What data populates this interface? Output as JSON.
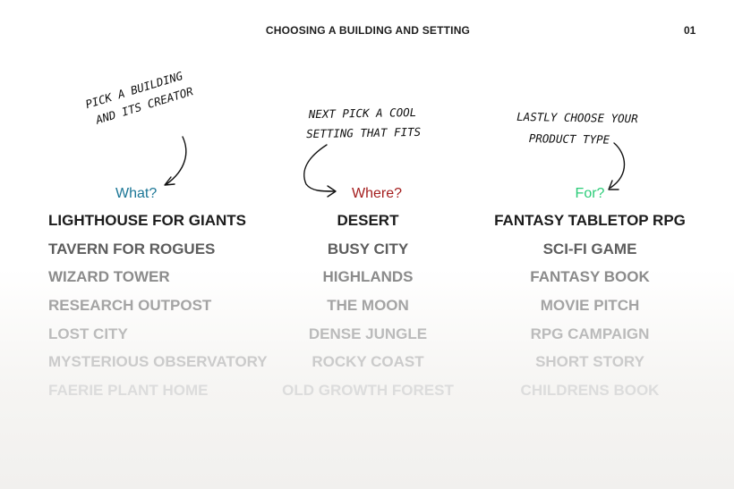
{
  "header": {
    "title": "CHOOSING A BUILDING AND SETTING",
    "page_number": "01"
  },
  "notes": {
    "building": {
      "line1": "PICK A BUILDING",
      "line2": "AND ITS CREATOR"
    },
    "setting": {
      "line1": "NEXT PICK A COOL",
      "line2": "SETTING THAT FITS"
    },
    "product": {
      "line1": "LASTLY CHOOSE YOUR",
      "line2": "PRODUCT TYPE"
    }
  },
  "columns": [
    {
      "heading": "What?",
      "heading_color": "#1b7696",
      "options": [
        "LIGHTHOUSE FOR GIANTS",
        "TAVERN FOR ROGUES",
        "WIZARD TOWER",
        "RESEARCH OUTPOST",
        "LOST CITY",
        "MYSTERIOUS OBSERVATORY",
        "FAERIE PLANT HOME"
      ]
    },
    {
      "heading": "Where?",
      "heading_color": "#a41e1e",
      "options": [
        "DESERT",
        "BUSY CITY",
        "HIGHLANDS",
        "THE MOON",
        "DENSE JUNGLE",
        "ROCKY COAST",
        "OLD GROWTH FOREST"
      ]
    },
    {
      "heading": "For?",
      "heading_color": "#2bcc78",
      "options": [
        "FANTASY TABLETOP RPG",
        "SCI-FI GAME",
        "FANTASY BOOK",
        "MOVIE PITCH",
        "RPG CAMPAIGN",
        "SHORT STORY",
        "CHILDRENS BOOK"
      ]
    }
  ]
}
